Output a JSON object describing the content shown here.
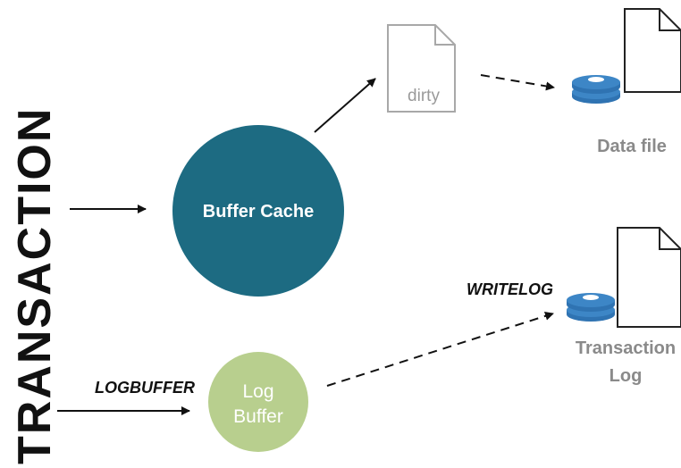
{
  "diagram": {
    "side_title": "TRANSACTION",
    "nodes": {
      "buffer_cache": "Buffer Cache",
      "log_buffer_line1": "Log",
      "log_buffer_line2": "Buffer",
      "dirty_page": "dirty",
      "data_file": "Data file",
      "transaction_log_line1": "Transaction",
      "transaction_log_line2": "Log"
    },
    "wait_types": {
      "logbuffer": "LOGBUFFER",
      "writelog": "WRITELOG"
    },
    "colors": {
      "buffer_cache": "#1d6b82",
      "log_buffer": "#b8cf8e",
      "disk": "#3d86c6",
      "muted_text": "#8a8a8a",
      "arrow": "#111111"
    }
  }
}
